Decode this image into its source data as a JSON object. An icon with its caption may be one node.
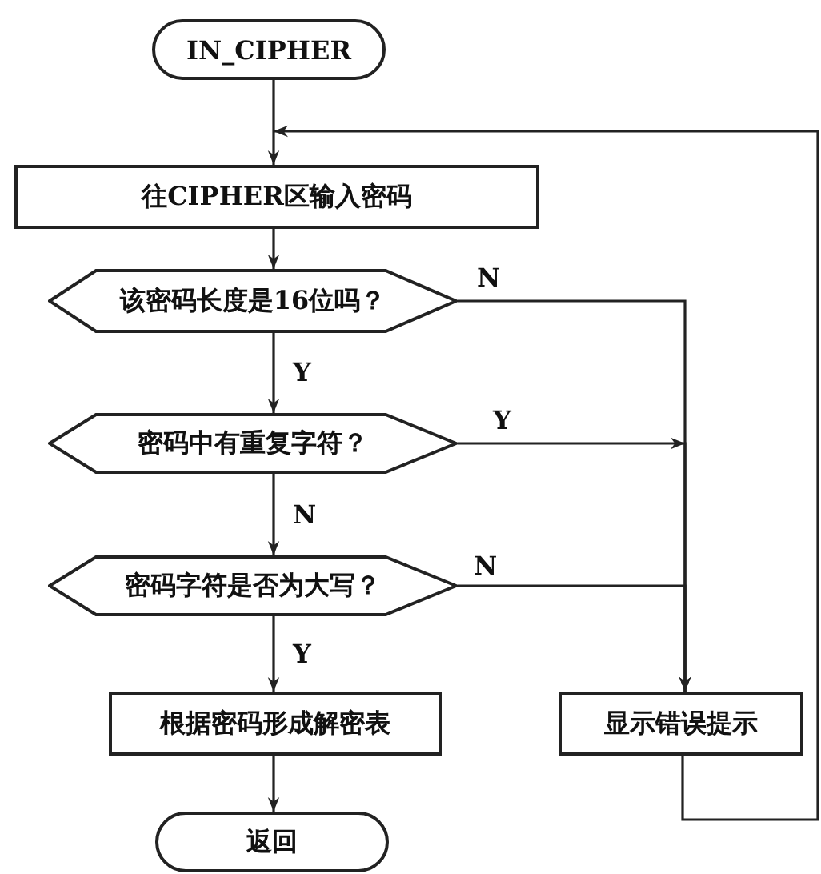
{
  "diagram": {
    "nodes": [
      {
        "text": [
          "IN_CIPHER"
        ]
      },
      {
        "text": [
          "往CIPHER区输入密码"
        ]
      },
      {
        "text": [
          "该密码长度是16位吗？"
        ]
      },
      {
        "text": [
          "密码中有重复字符？"
        ]
      },
      {
        "text": [
          "密码字符是否为大写？"
        ]
      },
      {
        "text": [
          "根据密码形成解密表"
        ]
      },
      {
        "text": [
          "显示错误提示"
        ]
      },
      {
        "text": [
          "返回"
        ]
      }
    ],
    "edges": [
      {
        "from": 0,
        "to": 1,
        "arrow": "to"
      },
      {
        "from": 1,
        "to": 2,
        "arrow": "to"
      },
      {
        "from": 2,
        "to": 3,
        "arrow": "to",
        "label": "Y"
      },
      {
        "from": 3,
        "to": 4,
        "arrow": "to",
        "label": "N"
      },
      {
        "from": 4,
        "to": 5,
        "arrow": "to",
        "label": "Y"
      },
      {
        "from": 5,
        "to": 7,
        "arrow": "to"
      },
      {
        "from": 2,
        "to": 6,
        "arrow": "to",
        "label": "N"
      },
      {
        "from": 3,
        "to": 6,
        "arrow": "to",
        "label": "Y"
      },
      {
        "from": 4,
        "to": 6,
        "arrow": "to",
        "label": "N"
      },
      {
        "from": 6,
        "to": 1,
        "arrow": "to"
      }
    ]
  }
}
